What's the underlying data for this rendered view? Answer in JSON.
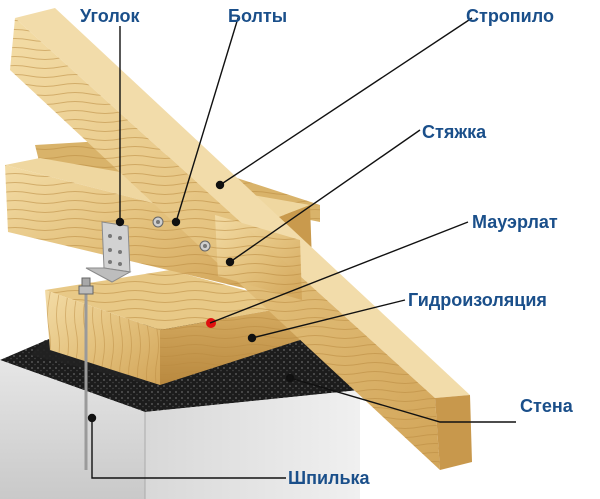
{
  "labels": {
    "corner": "Уголок",
    "bolts": "Болты",
    "rafter": "Стропило",
    "tie": "Стяжка",
    "mauerlat": "Мауэрлат",
    "waterproofing": "Гидроизоляция",
    "wall": "Стена",
    "stud": "Шпилька"
  },
  "colors": {
    "label_text": "#1a4f8a",
    "leader_line": "#111111",
    "wood_light": "#efd49a",
    "wood_mid": "#dcb56c",
    "wood_dark": "#c4954a",
    "wood_grain": "#b88a3e",
    "wall_top": "#2a2a2a",
    "wall_side": "#e4e4e4",
    "wall_front": "#cfcfcf",
    "metal": "#c8c8c8",
    "marker_red": "#e01010"
  }
}
